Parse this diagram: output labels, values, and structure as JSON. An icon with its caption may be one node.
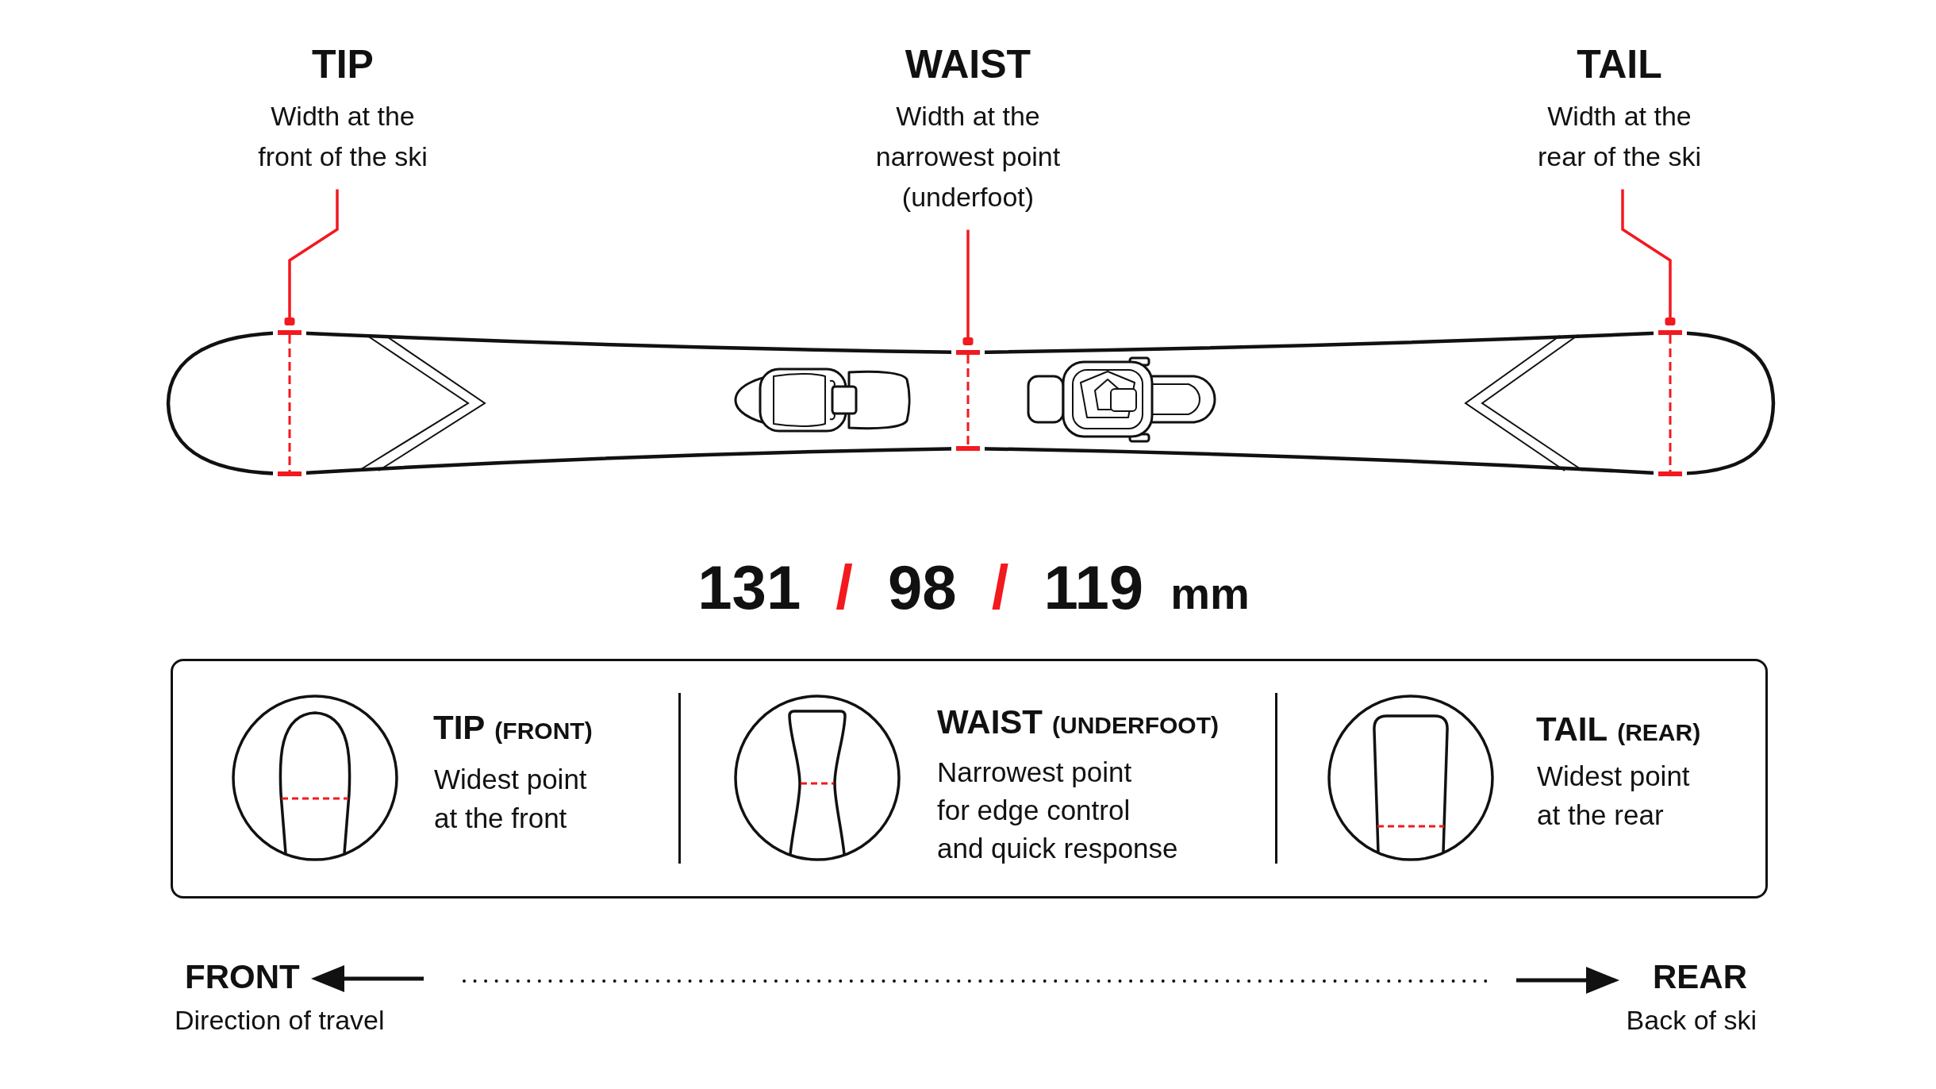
{
  "diagram": {
    "nodes": [
      {
        "text": [
          "TIP",
          "Width at the front of the ski"
        ]
      },
      {
        "text": [
          "WAIST",
          "Width at the narrowest point (underfoot)"
        ]
      },
      {
        "text": [
          "TAIL",
          "Width at the rear of the ski"
        ]
      },
      {
        "text": [],
        "shape": "bar"
      },
      {
        "text": [],
        "shape": "bar"
      },
      {
        "text": [],
        "shape": "bar"
      },
      {
        "text": [
          "TIP",
          "(FRONT)",
          "Widest point at the front",
          "WAIST",
          "(UNDERFOOT)",
          "Narrowest point for edge control and quick response",
          "TAIL",
          "(REAR)",
          "Widest point at the rear"
        ]
      }
    ],
    "edges": [
      {
        "from": 0,
        "to": 3,
        "arrow": "other"
      },
      {
        "from": 1,
        "to": 4,
        "arrow": "other"
      },
      {
        "from": 2,
        "to": 5,
        "arrow": "other"
      }
    ],
    "labels": [
      "131",
      "/",
      "98",
      "/",
      "119",
      "mm",
      "FRONT",
      "Direction of travel",
      "REAR",
      "Back of ski"
    ]
  }
}
